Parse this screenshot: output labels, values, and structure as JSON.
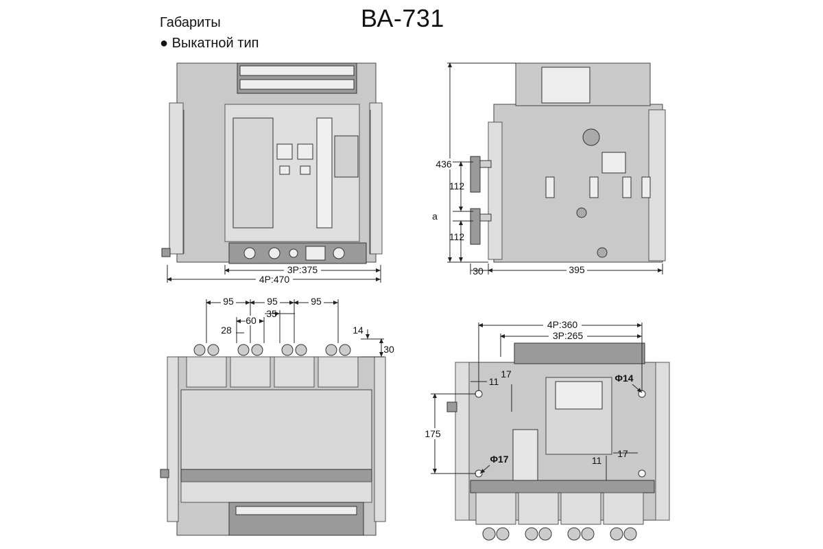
{
  "header": {
    "title": "ВА-731",
    "subtitle": "Габариты",
    "bullet": "● Выкатной тип"
  },
  "front_view": {
    "dim_3p": "3P:375",
    "dim_4p": "4P:470"
  },
  "side_view": {
    "dim_height": "436",
    "dim_upper": "112",
    "dim_a": "a",
    "dim_lower": "112",
    "dim_left": "30",
    "dim_depth": "395"
  },
  "top_view": {
    "pitch_1": "95",
    "pitch_2": "95",
    "pitch_3": "95",
    "dim_60": "60",
    "dim_35": "35",
    "dim_28": "28",
    "dim_14": "14",
    "dim_30": "30"
  },
  "bottom_view": {
    "dim_4p": "4P:360",
    "dim_3p": "3P:265",
    "dim_11_top": "11",
    "dim_17_top": "17",
    "hole_14": "Φ14",
    "dim_175": "175",
    "hole_17": "Φ17",
    "dim_17_bottom": "17",
    "dim_11_bottom": "11"
  },
  "colors": {
    "body": "#c9c9c9",
    "line": "#222222"
  }
}
